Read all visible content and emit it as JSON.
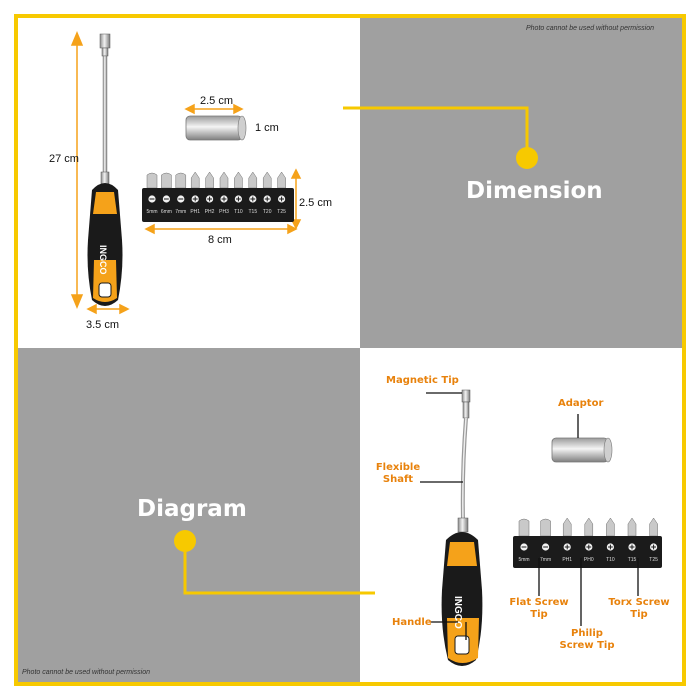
{
  "notices": {
    "top": "Photo cannot be used without permission",
    "bottom": "Photo cannot be used without permission"
  },
  "dimension": {
    "heading": "Dimension",
    "length": "27 cm",
    "width": "3.5 cm",
    "adaptor_length": "2.5 cm",
    "adaptor_diameter": "1 cm",
    "holder_height": "2.5 cm",
    "holder_length": "8 cm",
    "bit_labels": [
      "5mm",
      "6mm",
      "7mm",
      "PH1",
      "PH2",
      "PH3",
      "T10",
      "T15",
      "T20",
      "T25"
    ]
  },
  "diagram": {
    "heading": "Diagram",
    "magnetic_tip": "Magnetic Tip",
    "flexible_shaft": "Flexible Shaft",
    "handle": "Handle",
    "adaptor": "Adaptor",
    "flat_tip": "Flat Screw Tip",
    "philip_tip": "Philip Screw Tip",
    "torx_tip": "Torx Screw Tip",
    "bit_labels": [
      "5mm",
      "7mm",
      "PH1",
      "PH0",
      "T10",
      "T15",
      "T25"
    ]
  },
  "brand": "INGCO",
  "colors": {
    "accent_yellow": "#f7c900",
    "callout_orange": "#e8820c",
    "handle_orange": "#f5a21a",
    "handle_black": "#1a1a1a",
    "quadrant_gray": "#a0a0a0"
  }
}
